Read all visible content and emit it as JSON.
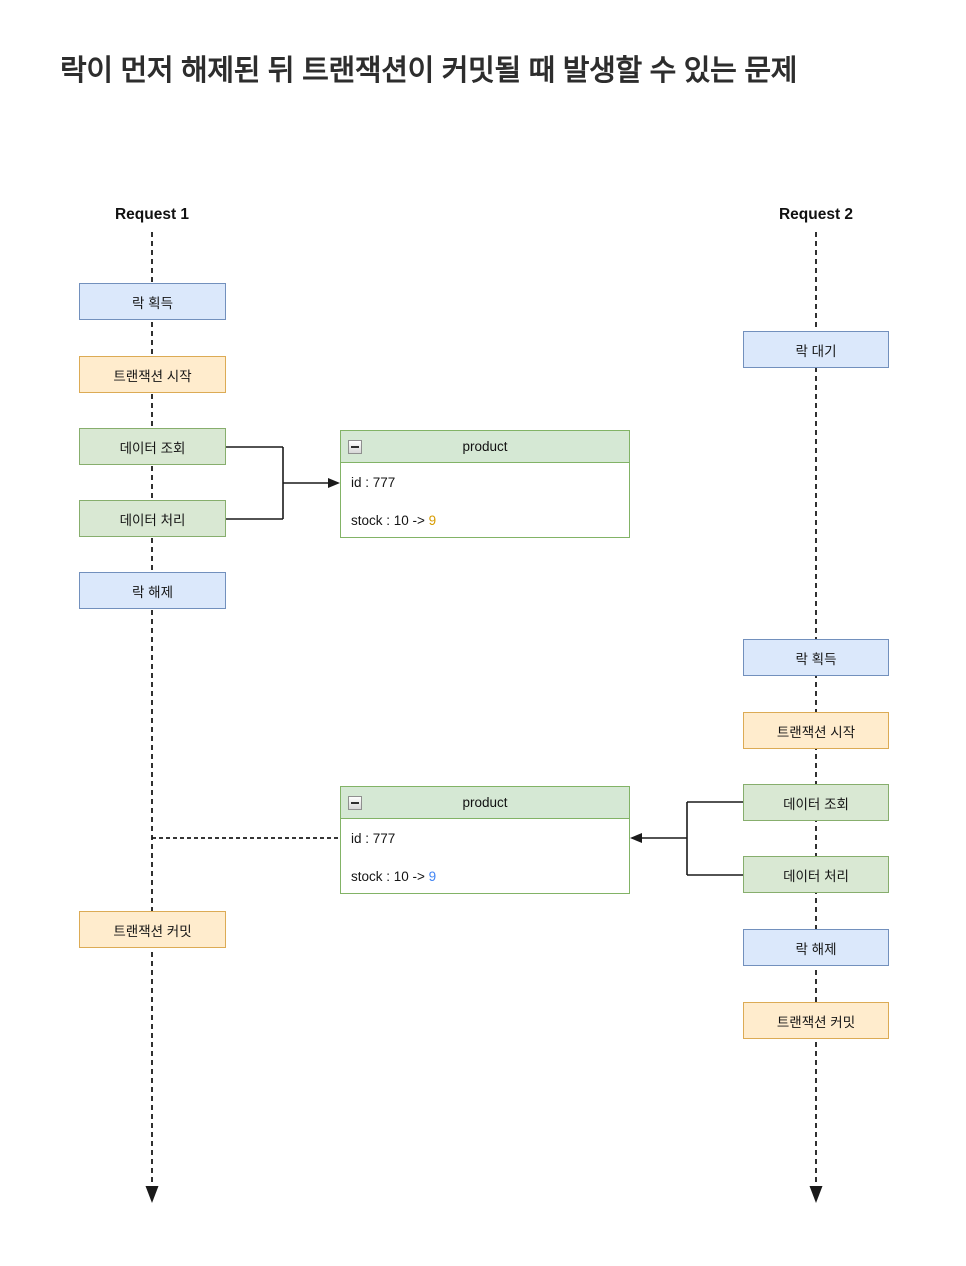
{
  "title": "락이 먼저 해제된 뒤 트랜잭션이 커밋될 때 발생할 수 있는 문제",
  "lanes": [
    {
      "label": "Request 1",
      "steps": [
        {
          "label": "락 획득",
          "type": "lock"
        },
        {
          "label": "트랜잭션 시작",
          "type": "tx"
        },
        {
          "label": "데이터 조회",
          "type": "data"
        },
        {
          "label": "데이터 처리",
          "type": "data"
        },
        {
          "label": "락 해제",
          "type": "lock"
        },
        {
          "label": "트랜잭션 커밋",
          "type": "tx"
        }
      ]
    },
    {
      "label": "Request 2",
      "steps": [
        {
          "label": "락 대기",
          "type": "lock"
        },
        {
          "label": "락 획득",
          "type": "lock"
        },
        {
          "label": "트랜잭션 시작",
          "type": "tx"
        },
        {
          "label": "데이터 조회",
          "type": "data"
        },
        {
          "label": "데이터 처리",
          "type": "data"
        },
        {
          "label": "락 해제",
          "type": "lock"
        },
        {
          "label": "트랜잭션 커밋",
          "type": "tx"
        }
      ]
    }
  ],
  "entities": [
    {
      "title": "product",
      "collapse_icon": "minus-square-icon",
      "row1": "id : 777",
      "row2_prefix": "stock : 10 -> ",
      "row2_value": "9",
      "row2_value_color": "#d79b00"
    },
    {
      "title": "product",
      "collapse_icon": "minus-square-icon",
      "row1": "id : 777",
      "row2_prefix": "stock : 10 -> ",
      "row2_value": "9",
      "row2_value_color": "#4285f4"
    }
  ],
  "colors": {
    "lock_fill": "#dbe8fb",
    "lock_border": "#7290bd",
    "tx_fill": "#ffeccd",
    "tx_border": "#dcab55",
    "data_fill": "#d9e8d3",
    "data_border": "#87ae6d",
    "entity_header_fill": "#d5e8d4",
    "entity_border": "#82b366",
    "stock_highlight_1": "#d79b00",
    "stock_highlight_2": "#4285f4",
    "line": "#1a1a1a"
  }
}
